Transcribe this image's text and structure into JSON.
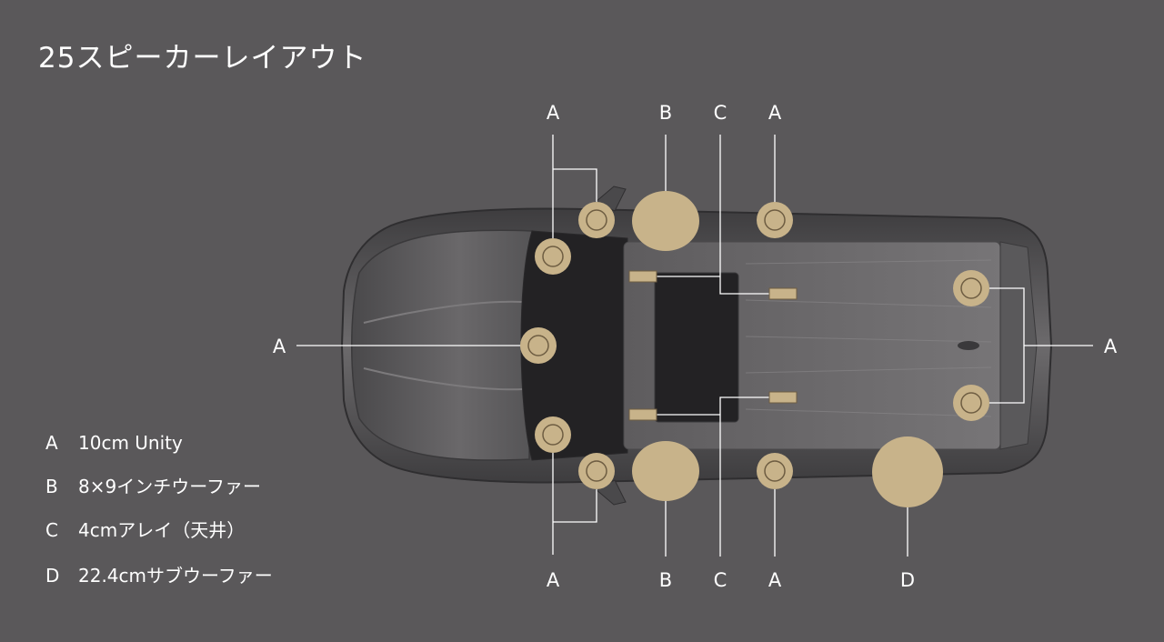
{
  "title": "25スピーカーレイアウト",
  "legend": [
    {
      "key": "A",
      "text": "10cm Unity"
    },
    {
      "key": "B",
      "text": "8×9インチウーファー"
    },
    {
      "key": "C",
      "text": "4cmアレイ（天井）"
    },
    {
      "key": "D",
      "text": "22.4cmサブウーファー"
    }
  ],
  "labels": {
    "top": [
      "A",
      "B",
      "C",
      "A"
    ],
    "bottom": [
      "A",
      "B",
      "C",
      "A",
      "D"
    ],
    "left": "A",
    "right": "A"
  },
  "colors": {
    "background": "#5a585a",
    "speaker": "#c8b38a",
    "line": "#ffffff",
    "car_body": "#4a484a"
  }
}
